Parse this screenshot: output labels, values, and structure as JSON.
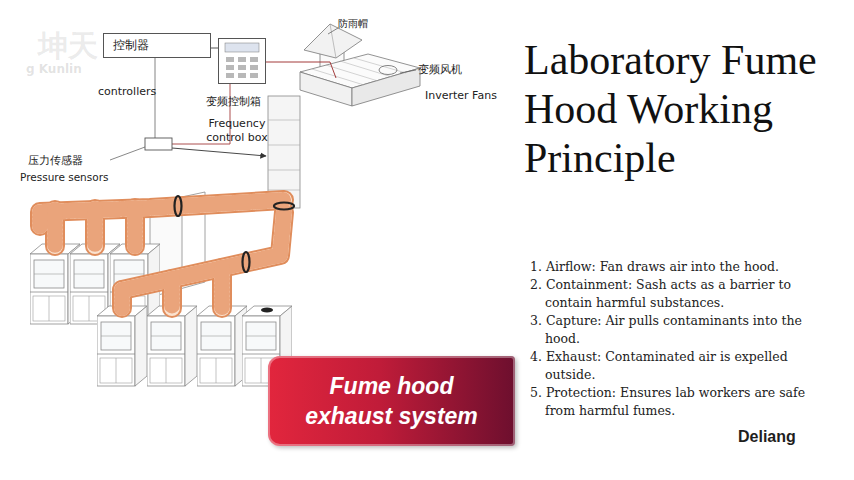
{
  "diagram": {
    "title": "Laboratory Fume Hood Working Principle",
    "nodes": [
      {
        "text": [
          "控制器",
          "controllers"
        ]
      },
      {
        "text": [
          "变频控制箱",
          "Frequency control box"
        ]
      },
      {
        "text": [
          "Fume hood exhaust system"
        ]
      }
    ],
    "edges": [
      {
        "from": 0,
        "to": 1,
        "arrow": "none"
      }
    ],
    "labels": [
      "坤天",
      "g Kunlin",
      "防雨帽",
      "变频风机",
      "Inverter Fans",
      "压力传感器",
      "Pressure sensors",
      "1. Airflow: Fan draws air into the hood.",
      "2. Containment: Sash acts as a barrier to contain harmful substances.",
      "3. Capture: Air pulls contaminants into the hood.",
      "4. Exhaust: Contaminated air is expelled outside.",
      "5. Protection: Ensures lab workers are safe from harmful fumes.",
      "Deliang"
    ]
  }
}
